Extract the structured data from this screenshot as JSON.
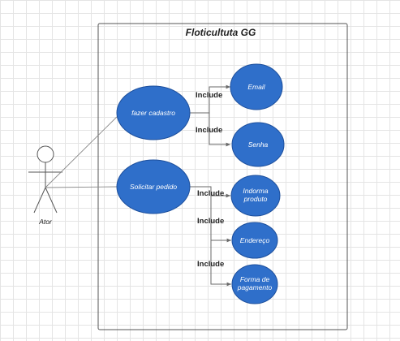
{
  "system": {
    "title": "Floticultuta GG"
  },
  "actor": {
    "label": "Ator"
  },
  "use_cases": {
    "cadastro": "fazer cadastro",
    "pedido": "Solicitar pedido",
    "email": "Email",
    "senha": "Senha",
    "produto": [
      "Indorma",
      "produto"
    ],
    "endereco": "Endereço",
    "pagamento": [
      "Forma de",
      "pagamento"
    ]
  },
  "include_label": "Include",
  "colors": {
    "use_case_fill": "#2f6fca",
    "use_case_text": "#ffffff",
    "line": "#6a6a6a"
  },
  "icons": {
    "actor": "stick-figure-icon"
  }
}
